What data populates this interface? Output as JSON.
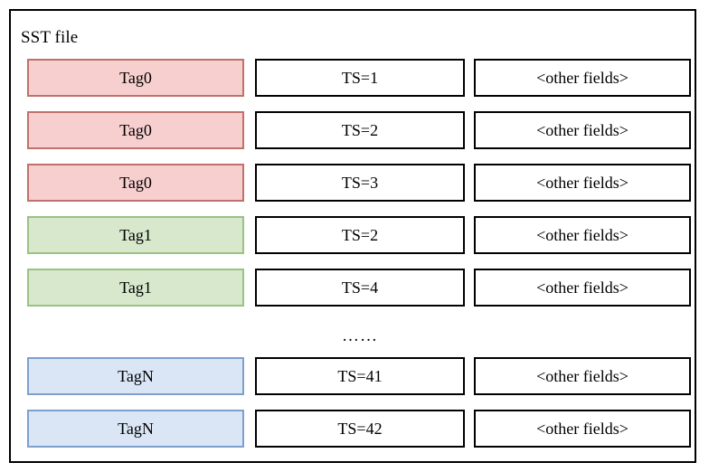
{
  "diagram": {
    "title": "SST file",
    "ellipsis": "……",
    "colors": {
      "tag0_fill": "#f8cfcf",
      "tag0_border": "#c0716b",
      "tag1_fill": "#d7e8cd",
      "tag1_border": "#9bc183",
      "tagN_fill": "#dae5f6",
      "tagN_border": "#7f9fcd",
      "cell_border": "#000000",
      "frame_border": "#000000",
      "background": "#ffffff"
    },
    "rows": [
      {
        "tag": "Tag0",
        "ts": "TS=1",
        "other": "<other fields>",
        "variant": "tag-red"
      },
      {
        "tag": "Tag0",
        "ts": "TS=2",
        "other": "<other fields>",
        "variant": "tag-red"
      },
      {
        "tag": "Tag0",
        "ts": "TS=3",
        "other": "<other fields>",
        "variant": "tag-red"
      },
      {
        "tag": "Tag1",
        "ts": "TS=2",
        "other": "<other fields>",
        "variant": "tag-green"
      },
      {
        "tag": "Tag1",
        "ts": "TS=4",
        "other": "<other fields>",
        "variant": "tag-green"
      },
      {
        "tag": "TagN",
        "ts": "TS=41",
        "other": "<other fields>",
        "variant": "tag-blue"
      },
      {
        "tag": "TagN",
        "ts": "TS=42",
        "other": "<other fields>",
        "variant": "tag-blue"
      }
    ],
    "ellipsis_after_index": 4
  }
}
